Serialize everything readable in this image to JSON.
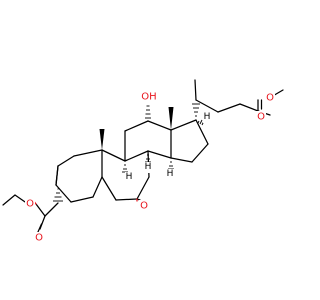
{
  "molecule": {
    "atoms": {
      "ester_o_single": "O",
      "ester_o_double": "O",
      "hydroxy": "OH",
      "ketone_o": "O",
      "side_o_single": "O",
      "side_o_double": "O",
      "h_c9": "H",
      "h_c8": "H",
      "h_c14": "H",
      "h_c17": "H"
    },
    "colors": {
      "bond": "#000000",
      "oxygen": "#e8141c",
      "background": "#ffffff"
    }
  }
}
